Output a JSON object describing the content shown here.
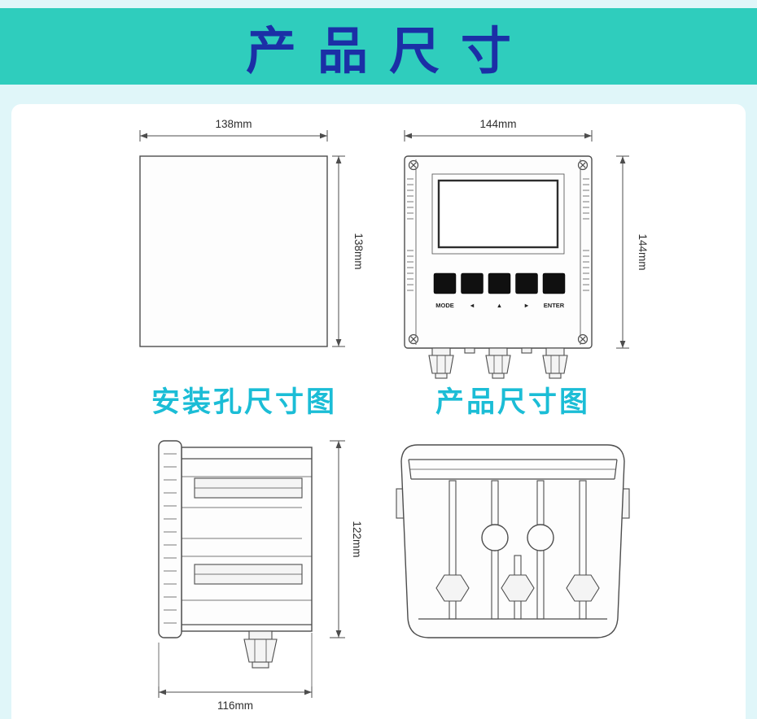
{
  "banner": {
    "title": "产品尺寸"
  },
  "sections": {
    "mounting_label": "安装孔尺寸图",
    "product_label": "产品尺寸图"
  },
  "dimensions": {
    "mounting_top": "138mm",
    "mounting_right": "138mm",
    "front_top": "144mm",
    "front_right": "144mm",
    "side_right": "122mm",
    "side_bottom": "116mm"
  },
  "device_panel": {
    "button_labels": [
      "MODE",
      "◄",
      "▲",
      "►",
      "ENTER"
    ]
  },
  "colors": {
    "page_bg": "#e0f6f9",
    "banner_bg": "#2fcdbd",
    "banner_text": "#1b2fa6",
    "section_label": "#1bbdd6",
    "line": "#4d4d4d"
  }
}
